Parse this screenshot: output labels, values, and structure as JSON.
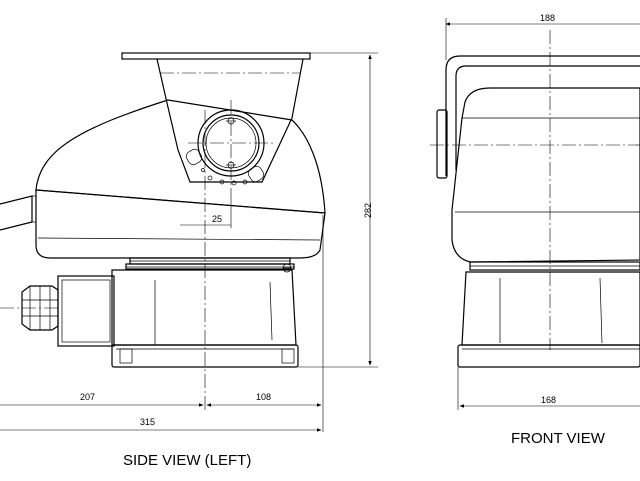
{
  "side_view": {
    "caption": "SIDE VIEW (LEFT)",
    "dimensions": {
      "offset": "25",
      "height": "282",
      "left_len": "207",
      "right_len": "108",
      "total_len": "315"
    }
  },
  "front_view": {
    "caption": "FRONT VIEW",
    "dimensions": {
      "top_width": "188",
      "base_width": "168"
    }
  }
}
